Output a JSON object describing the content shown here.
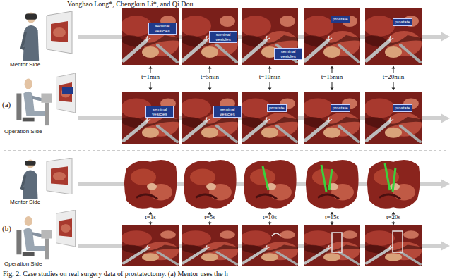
{
  "diagram": {
    "caption": "Fig. 2. Case studies on real surgery data of prostatectomy. (a) Mentor uses the h",
    "nodes": [
      {
        "text": [
          "seminal vesicles"
        ]
      },
      {
        "text": [
          "seminal vesicles"
        ]
      },
      {
        "text": [
          "seminal vesicles"
        ]
      },
      {
        "text": [
          "prostate"
        ]
      },
      {
        "text": [
          "prostate"
        ]
      },
      {
        "text": [
          "seminal vesicles"
        ]
      },
      {
        "text": [
          "seminal vesicles"
        ]
      },
      {
        "text": [
          "prostate"
        ]
      },
      {
        "text": [
          "prostate"
        ]
      },
      {
        "text": [
          "prostate"
        ]
      }
    ],
    "labels": [
      "Yonghao Long*, Chengkun Li*, and Qi Dou",
      "(a)",
      "Mentor Side",
      "Operation Side",
      "t=1min",
      "t=5min",
      "t=10min",
      "t=15min",
      "t=20min",
      "(b)",
      "Mentor Side",
      "Operation Side",
      "t=1s",
      "t=5s",
      "t=10s",
      "t=15s",
      "t=20s"
    ]
  }
}
